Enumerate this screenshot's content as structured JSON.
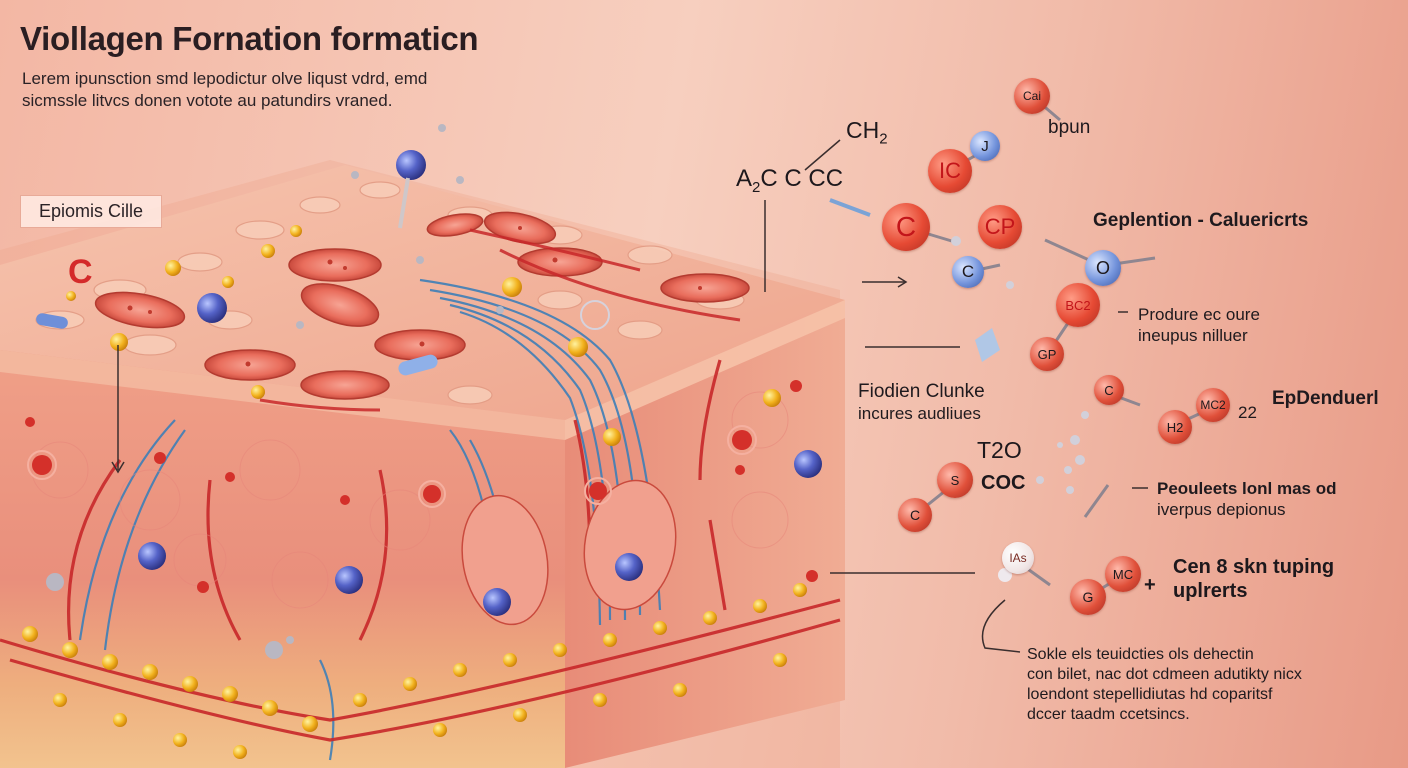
{
  "title": "Viollagen Fornation formaticn",
  "subtitle_lines": [
    "Lerem ipunsction smd lepodictur olve liqust vdrd, emd",
    "sicmssle litvcs donen votote au patundirs vraned."
  ],
  "tag_label": "Epiomis Cille",
  "tissue_letter": "C",
  "formula": {
    "main": "A",
    "main_sub": "2",
    "main_rest": "C C CC",
    "top": "CH",
    "top_sub": "2"
  },
  "atoms": [
    {
      "text": "Cai",
      "color": "#d9432f"
    },
    {
      "text": "J",
      "color": "#5b7fd0"
    },
    {
      "text": "IC",
      "color": "#d9432f"
    },
    {
      "text": "C",
      "color": "#d9432f"
    },
    {
      "text": "CP",
      "color": "#d9432f"
    },
    {
      "text": "O",
      "color": "#5b7fd0"
    },
    {
      "text": "C",
      "color": "#5b7fd0"
    },
    {
      "text": "BC2",
      "color": "#d9432f"
    },
    {
      "text": "GP",
      "color": "#d9432f"
    },
    {
      "text": "C",
      "color": "#d9432f"
    },
    {
      "text": "MC2",
      "color": "#d9432f"
    },
    {
      "text": "H2",
      "color": "#d9432f"
    },
    {
      "text": "S",
      "color": "#d9432f"
    },
    {
      "text": "C",
      "color": "#d9432f"
    },
    {
      "text": "IAs",
      "color": "#ffffff"
    },
    {
      "text": "MC",
      "color": "#d9432f"
    },
    {
      "text": "G",
      "color": "#d9432f"
    }
  ],
  "labels": {
    "bpun": "bpun",
    "geplention": "Geplention - Caluericrts",
    "produre_1": "Produre ec oure",
    "produre_2": "ineupus nilluer",
    "fiodien_1": "Fiodien Clunke",
    "fiodien_2": "incures audliues",
    "epdenduerl": "EpDenduerl",
    "twentytwo": "22",
    "t2o": "T2O",
    "coc": "COC",
    "peouleets_1": "Peouleets lonl mas od",
    "peouleets_2": "iverpus depionus",
    "cen_1": "Cen 8 skn tuping",
    "cen_2": "uplrerts",
    "plus": "+",
    "bottom_note": [
      "Sokle els teuidcties ols dehectin",
      "con bilet, nac dot cdmeen adutikty nicx",
      "loendont stepellidiutas hd coparitsf",
      "dccer taadm ccetsincs."
    ]
  },
  "colors": {
    "atom_red": "#d9432f",
    "atom_blue": "#5b7fd0",
    "fiber_blue": "#3f7fb7",
    "vessel_red": "#c8282a",
    "fat_yellow": "#f2b21e",
    "skin_top": "#f4b39a",
    "skin_mid": "#e88a78"
  }
}
